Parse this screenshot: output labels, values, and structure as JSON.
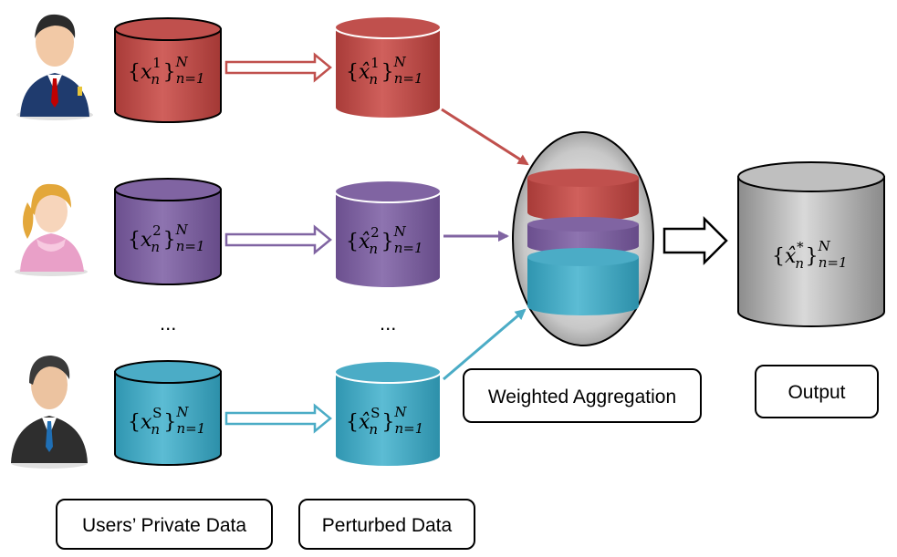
{
  "labels": {
    "users_private_data": "Users’ Private Data",
    "perturbed_data": "Perturbed Data",
    "weighted_aggregation": "Weighted Aggregation",
    "output": "Output",
    "ellipsis_users": "...",
    "ellipsis_perturbed": "..."
  },
  "private_data": [
    {
      "var": "x",
      "sub": "n",
      "sup": "1",
      "sup_n": "N",
      "range": "n=1",
      "color": "#c0504d"
    },
    {
      "var": "x",
      "sub": "n",
      "sup": "2",
      "sup_n": "N",
      "range": "n=1",
      "color": "#8064a2"
    },
    {
      "var": "x",
      "sub": "n",
      "sup": "S",
      "sup_n": "N",
      "range": "n=1",
      "color": "#4bacc6"
    }
  ],
  "perturbed": [
    {
      "var": "x̂",
      "sub": "n",
      "sup": "1",
      "sup_n": "N",
      "range": "n=1"
    },
    {
      "var": "x̂",
      "sub": "n",
      "sup": "2",
      "sup_n": "N",
      "range": "n=1"
    },
    {
      "var": "x̂",
      "sub": "n",
      "sup": "S",
      "sup_n": "N",
      "range": "n=1"
    }
  ],
  "output_data": {
    "var": "x̂",
    "sub": "n",
    "sup": "*",
    "sup_n": "N",
    "range": "n=1",
    "color": "#a6a6a6"
  },
  "colors": {
    "red": "#c0504d",
    "purple": "#8064a2",
    "cyan": "#4bacc6",
    "gray": "#a6a6a6"
  }
}
